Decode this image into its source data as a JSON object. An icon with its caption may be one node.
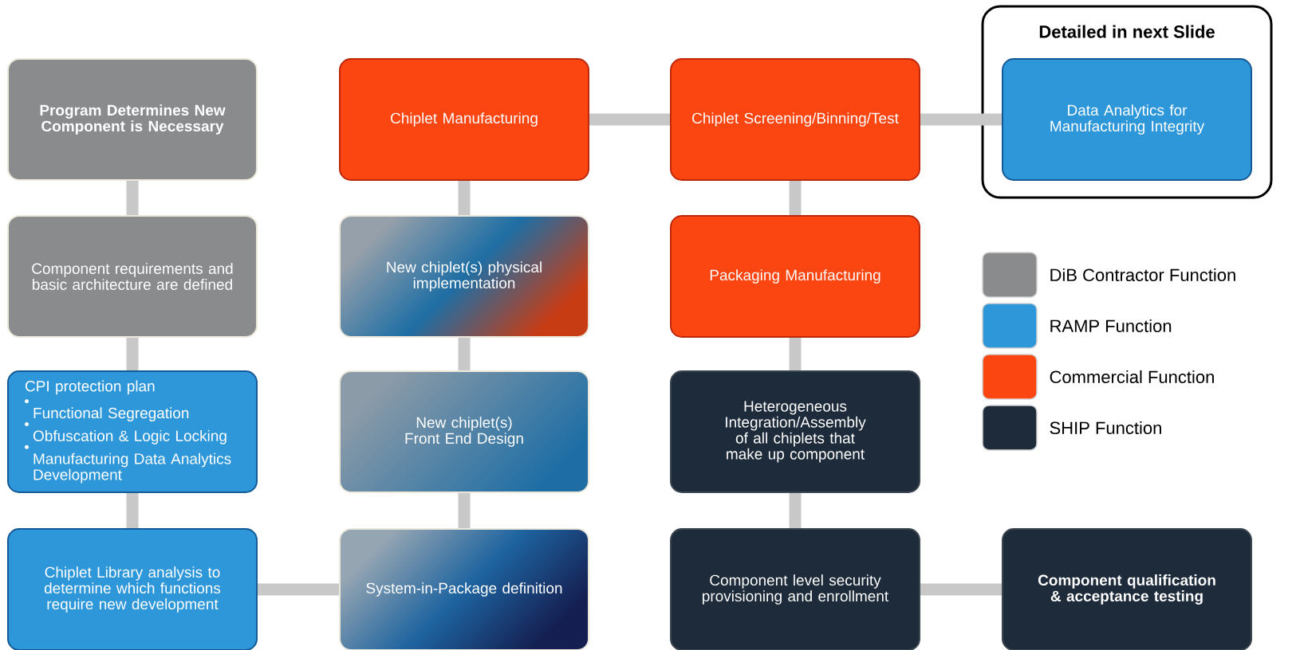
{
  "diagram": {
    "nodes": [
      {
        "text": [
          "Program Determines New Component is Necessary"
        ]
      },
      {
        "text": [
          "Chiplet Manufacturing"
        ]
      },
      {
        "text": [
          "Chiplet Screening/Binning/Test"
        ]
      },
      {
        "text": [
          "Detailed in next Slide"
        ]
      },
      {
        "text": [
          "Data Analytics for Manufacturing Integrity"
        ],
        "in": 3
      },
      {
        "text": [
          "Component requirements and basic architecture are defined"
        ]
      },
      {
        "text": [
          "New chiplet(s) physical implementation"
        ]
      },
      {
        "text": [
          "Packaging Manufacturing"
        ]
      },
      {
        "text": [
          "CPI protection plan",
          "Functional Segregation",
          "Obfuscation & Logic Locking",
          "Manufacturing Data Analytics Development"
        ]
      },
      {
        "text": [
          "New chiplet(s) Front End Design"
        ]
      },
      {
        "text": [
          "Heterogeneous Integration/Assembly of all chiplets that make up component"
        ]
      },
      {
        "text": [
          "Chiplet Library analysis to determine which functions require new development"
        ]
      },
      {
        "text": [
          "System-in-Package definition"
        ]
      },
      {
        "text": [
          "Component level security provisioning and enrollment"
        ]
      },
      {
        "text": [
          "Component qualification & acceptance testing"
        ]
      }
    ],
    "edges": [
      {
        "from": 0,
        "to": 5,
        "arrow": "none"
      },
      {
        "from": 5,
        "to": 8,
        "arrow": "none"
      },
      {
        "from": 8,
        "to": 11,
        "arrow": "none"
      },
      {
        "from": 11,
        "to": 12,
        "arrow": "none"
      },
      {
        "from": 12,
        "to": 9,
        "arrow": "none"
      },
      {
        "from": 9,
        "to": 6,
        "arrow": "none"
      },
      {
        "from": 6,
        "to": 1,
        "arrow": "none"
      },
      {
        "from": 1,
        "to": 2,
        "arrow": "none"
      },
      {
        "from": 2,
        "to": 4,
        "arrow": "none"
      },
      {
        "from": 2,
        "to": 7,
        "arrow": "none"
      },
      {
        "from": 7,
        "to": 10,
        "arrow": "none"
      },
      {
        "from": 10,
        "to": 13,
        "arrow": "none"
      },
      {
        "from": 13,
        "to": 14,
        "arrow": "none"
      }
    ],
    "legend": [
      {
        "text": "DiB Contractor Function",
        "color": "#898b8c"
      },
      {
        "text": "RAMP Function",
        "color": "#2e97d9"
      },
      {
        "text": "Commercial Function",
        "color": "#fc4612"
      },
      {
        "text": "SHIP Function",
        "color": "#1e2b3a"
      }
    ]
  }
}
